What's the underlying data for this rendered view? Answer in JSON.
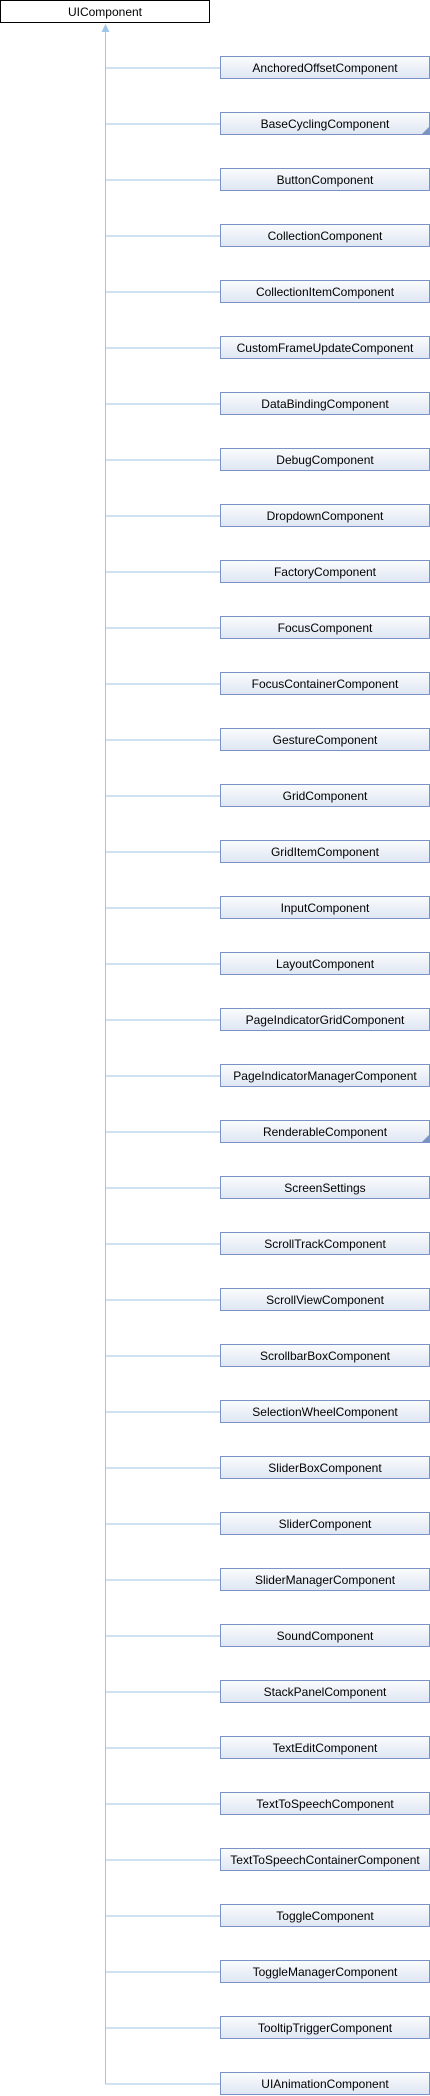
{
  "diagram": {
    "colors": {
      "root_border": "#000000",
      "child_border": "#7993c5",
      "child_fill_top": "#fafbfd",
      "child_fill_bottom": "#dfe7f3",
      "edge": "#9ec6e8"
    },
    "root": {
      "label": "UIComponent"
    },
    "children": [
      {
        "label": "AnchoredOffsetComponent",
        "has_more": false
      },
      {
        "label": "BaseCyclingComponent",
        "has_more": true
      },
      {
        "label": "ButtonComponent",
        "has_more": false
      },
      {
        "label": "CollectionComponent",
        "has_more": false
      },
      {
        "label": "CollectionItemComponent",
        "has_more": false
      },
      {
        "label": "CustomFrameUpdateComponent",
        "has_more": false
      },
      {
        "label": "DataBindingComponent",
        "has_more": false
      },
      {
        "label": "DebugComponent",
        "has_more": false
      },
      {
        "label": "DropdownComponent",
        "has_more": false
      },
      {
        "label": "FactoryComponent",
        "has_more": false
      },
      {
        "label": "FocusComponent",
        "has_more": false
      },
      {
        "label": "FocusContainerComponent",
        "has_more": false
      },
      {
        "label": "GestureComponent",
        "has_more": false
      },
      {
        "label": "GridComponent",
        "has_more": false
      },
      {
        "label": "GridItemComponent",
        "has_more": false
      },
      {
        "label": "InputComponent",
        "has_more": false
      },
      {
        "label": "LayoutComponent",
        "has_more": false
      },
      {
        "label": "PageIndicatorGridComponent",
        "has_more": false
      },
      {
        "label": "PageIndicatorManagerComponent",
        "has_more": false
      },
      {
        "label": "RenderableComponent",
        "has_more": true
      },
      {
        "label": "ScreenSettings",
        "has_more": false
      },
      {
        "label": "ScrollTrackComponent",
        "has_more": false
      },
      {
        "label": "ScrollViewComponent",
        "has_more": false
      },
      {
        "label": "ScrollbarBoxComponent",
        "has_more": false
      },
      {
        "label": "SelectionWheelComponent",
        "has_more": false
      },
      {
        "label": "SliderBoxComponent",
        "has_more": false
      },
      {
        "label": "SliderComponent",
        "has_more": false
      },
      {
        "label": "SliderManagerComponent",
        "has_more": false
      },
      {
        "label": "SoundComponent",
        "has_more": false
      },
      {
        "label": "StackPanelComponent",
        "has_more": false
      },
      {
        "label": "TextEditComponent",
        "has_more": false
      },
      {
        "label": "TextToSpeechComponent",
        "has_more": false
      },
      {
        "label": "TextToSpeechContainerComponent",
        "has_more": false
      },
      {
        "label": "ToggleComponent",
        "has_more": false
      },
      {
        "label": "ToggleManagerComponent",
        "has_more": false
      },
      {
        "label": "TooltipTriggerComponent",
        "has_more": false
      },
      {
        "label": "UIAnimationComponent",
        "has_more": false
      }
    ]
  }
}
